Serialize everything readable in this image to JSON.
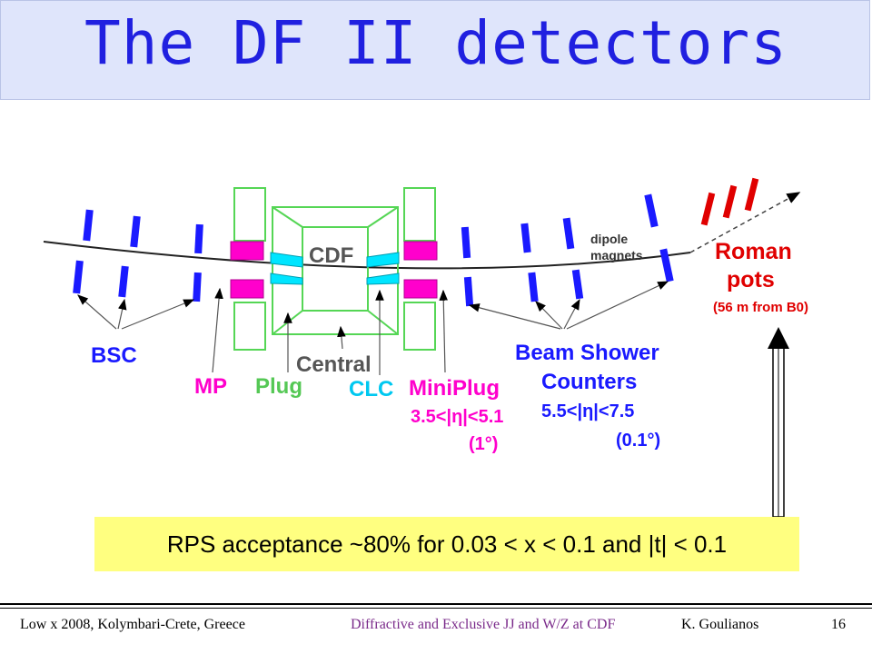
{
  "slide": {
    "title": "The DF II detectors"
  },
  "diagram": {
    "cdf_label": "CDF",
    "dipole_label_1": "dipole",
    "dipole_label_2": "magnets",
    "roman_pots_1": "Roman",
    "roman_pots_2": "pots",
    "roman_pots_3": "(56 m from B0)",
    "bsc_label": "BSC",
    "mp_label": "MP",
    "plug_label": "Plug",
    "central_label": "Central",
    "clc_label": "CLC",
    "miniplug_label": "MiniPlug",
    "miniplug_range": "3.5<|η|<5.1",
    "miniplug_angle": "(1°)",
    "bsc_full_1": "Beam Shower",
    "bsc_full_2": "Counters",
    "bsc_range": "5.5<|η|<7.5",
    "bsc_angle": "(0.1°)",
    "colors": {
      "blue": "#1a1aff",
      "magenta": "#ff00cc",
      "cyan": "#00e5ff",
      "green": "#55d655",
      "red": "#e00000"
    }
  },
  "note": {
    "acceptance": "RPS acceptance ~80% for 0.03 < x < 0.1 and |t| < 0.1"
  },
  "footer": {
    "conference": "Low x 2008, Kolymbari-Crete, Greece",
    "talk": "Diffractive and Exclusive JJ and W/Z at CDF",
    "author": "K.  Goulianos",
    "page": "16"
  }
}
